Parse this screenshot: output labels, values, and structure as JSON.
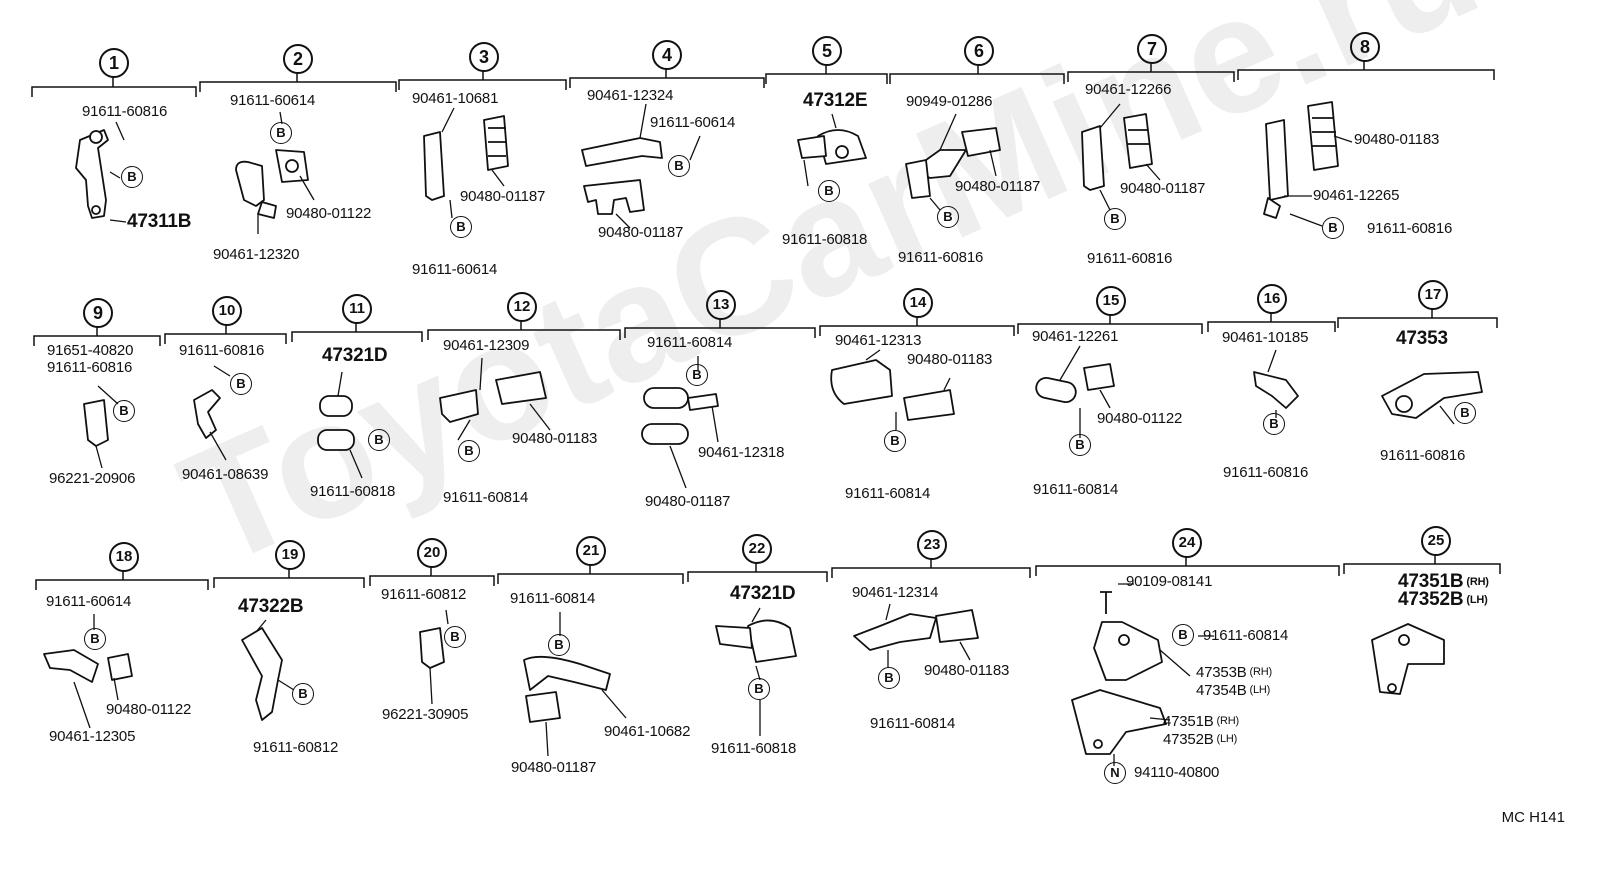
{
  "watermark": "ToyotaCarMine.ru",
  "drawing_code": "MC  H141",
  "bubble_letter_b": "B",
  "bubble_letter_n": "N",
  "groups": [
    {
      "index": "1",
      "parts": [
        "91611-60816",
        "47311B"
      ]
    },
    {
      "index": "2",
      "parts": [
        "91611-60614",
        "90480-01122",
        "90461-12320"
      ]
    },
    {
      "index": "3",
      "parts": [
        "90461-10681",
        "90480-01187",
        "91611-60614"
      ]
    },
    {
      "index": "4",
      "parts": [
        "90461-12324",
        "91611-60614",
        "90480-01187"
      ]
    },
    {
      "index": "5",
      "parts": [
        "47312E",
        "91611-60818"
      ]
    },
    {
      "index": "6",
      "parts": [
        "90949-01286",
        "90480-01187",
        "91611-60816"
      ]
    },
    {
      "index": "7",
      "parts": [
        "90461-12266",
        "90480-01187",
        "91611-60816"
      ]
    },
    {
      "index": "8",
      "parts": [
        "90480-01183",
        "90461-12265",
        "91611-60816"
      ]
    },
    {
      "index": "9",
      "parts": [
        "91651-40820",
        "91611-60816",
        "96221-20906"
      ]
    },
    {
      "index": "10",
      "parts": [
        "91611-60816",
        "90461-08639"
      ]
    },
    {
      "index": "11",
      "parts": [
        "47321D",
        "91611-60818"
      ]
    },
    {
      "index": "12",
      "parts": [
        "90461-12309",
        "90480-01183",
        "91611-60814"
      ]
    },
    {
      "index": "13",
      "parts": [
        "91611-60814",
        "90461-12318",
        "90480-01187"
      ]
    },
    {
      "index": "14",
      "parts": [
        "90461-12313",
        "90480-01183",
        "91611-60814"
      ]
    },
    {
      "index": "15",
      "parts": [
        "90461-12261",
        "90480-01122",
        "91611-60814"
      ]
    },
    {
      "index": "16",
      "parts": [
        "90461-10185",
        "91611-60816"
      ]
    },
    {
      "index": "17",
      "parts": [
        "47353",
        "91611-60816"
      ]
    },
    {
      "index": "18",
      "parts": [
        "91611-60614",
        "90480-01122",
        "90461-12305"
      ]
    },
    {
      "index": "19",
      "parts": [
        "47322B",
        "91611-60812"
      ]
    },
    {
      "index": "20",
      "parts": [
        "91611-60812",
        "96221-30905"
      ]
    },
    {
      "index": "21",
      "parts": [
        "91611-60814",
        "90461-10682",
        "90480-01187"
      ]
    },
    {
      "index": "22",
      "parts": [
        "47321D",
        "91611-60818"
      ]
    },
    {
      "index": "23",
      "parts": [
        "90461-12314",
        "90480-01183",
        "91611-60814"
      ]
    },
    {
      "index": "24",
      "parts": [
        "90109-08141",
        "91611-60814",
        "47353B",
        "47354B",
        "47351B",
        "47352B",
        "94110-40800"
      ]
    },
    {
      "index": "25",
      "parts": [
        "47351B",
        "47352B"
      ]
    }
  ],
  "side_labels": {
    "rh": "(RH)",
    "lh": "(LH)"
  }
}
